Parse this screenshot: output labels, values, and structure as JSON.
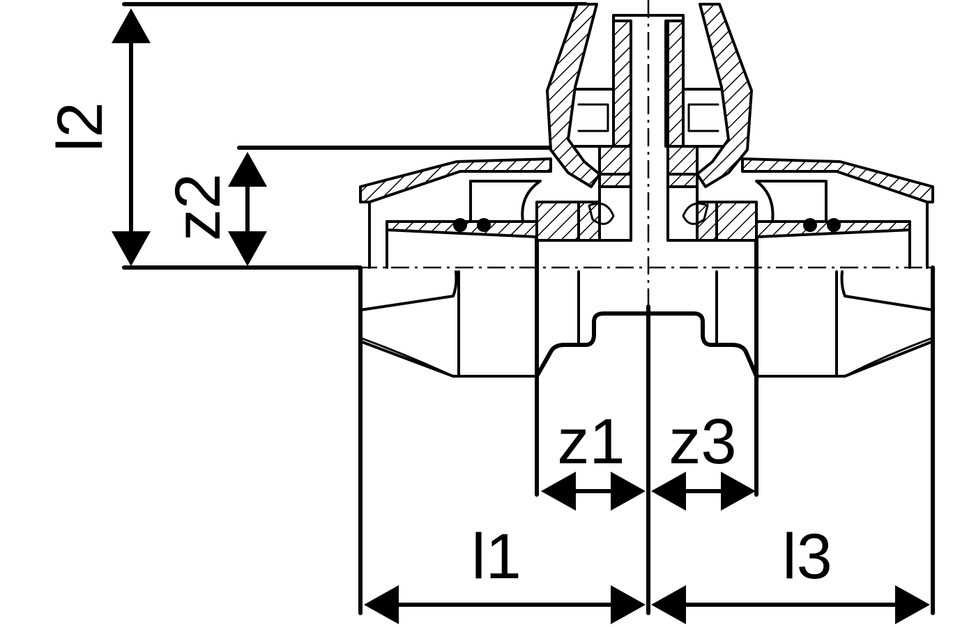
{
  "diagram": {
    "labels": {
      "l1": "l1",
      "l2": "l2",
      "l3": "l3",
      "z1": "z1",
      "z2": "z2",
      "z3": "z3"
    },
    "colors": {
      "line": "#000000",
      "background": "#ffffff"
    }
  }
}
